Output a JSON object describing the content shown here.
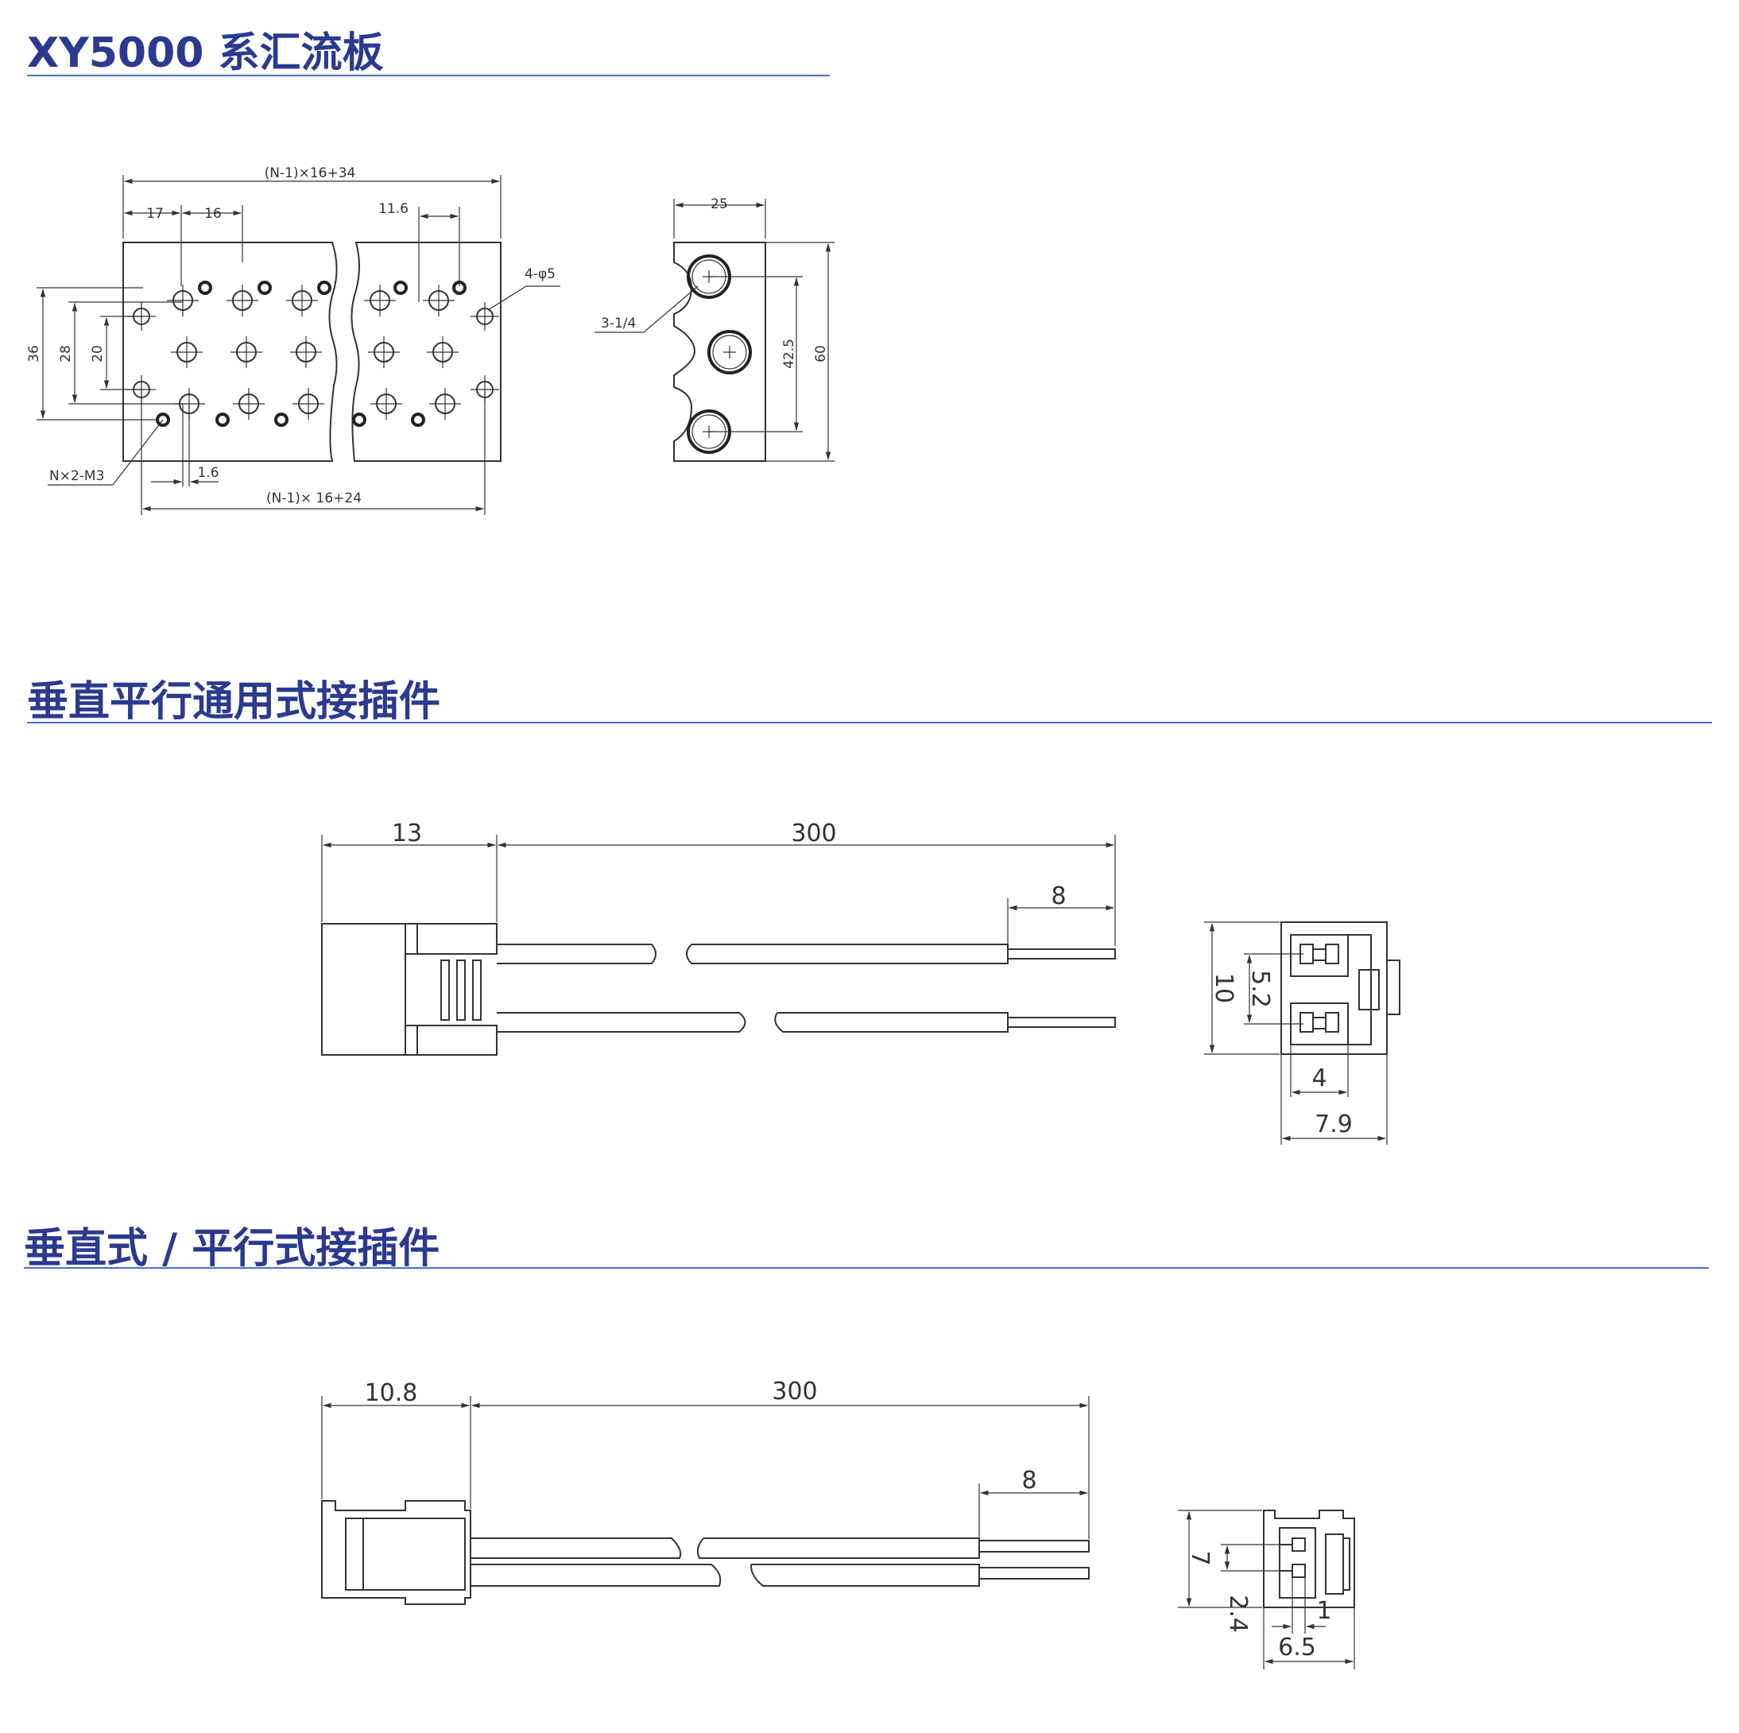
{
  "sections": [
    {
      "title": "XY5000 系汇流板"
    },
    {
      "title": "垂直平行通用式接插件"
    },
    {
      "title": "垂直式 / 平行式接插件"
    }
  ],
  "manifold": {
    "dims": {
      "total_length": "(N-1)×16+34",
      "pitch_first": "17",
      "pitch": "16",
      "offset_right": "11.6",
      "mount_holes": "4-φ5",
      "h36": "36",
      "h28": "28",
      "h20": "20",
      "screw_callout": "N×2-M3",
      "offset_small": "1.6",
      "hole_span": "(N-1)× 16+24"
    },
    "side_view": {
      "width": "25",
      "port_callout": "3-1/4",
      "port_pitch": "42.5",
      "height": "60"
    }
  },
  "connector_universal": {
    "body_len": "13",
    "cable_len": "300",
    "strip_len": "8",
    "end": {
      "height": "10",
      "pin_pitch": "5.2",
      "pin_w": "4",
      "width": "7.9"
    }
  },
  "connector_vp": {
    "body_len": "10.8",
    "cable_len": "300",
    "strip_len": "8",
    "end": {
      "height": "7",
      "pin_pitch": "2.4",
      "pin_w": "1",
      "width": "6.5"
    }
  },
  "colors": {
    "title": "#2b3a8f",
    "rule": "#4a72c2",
    "line": "#333333"
  }
}
